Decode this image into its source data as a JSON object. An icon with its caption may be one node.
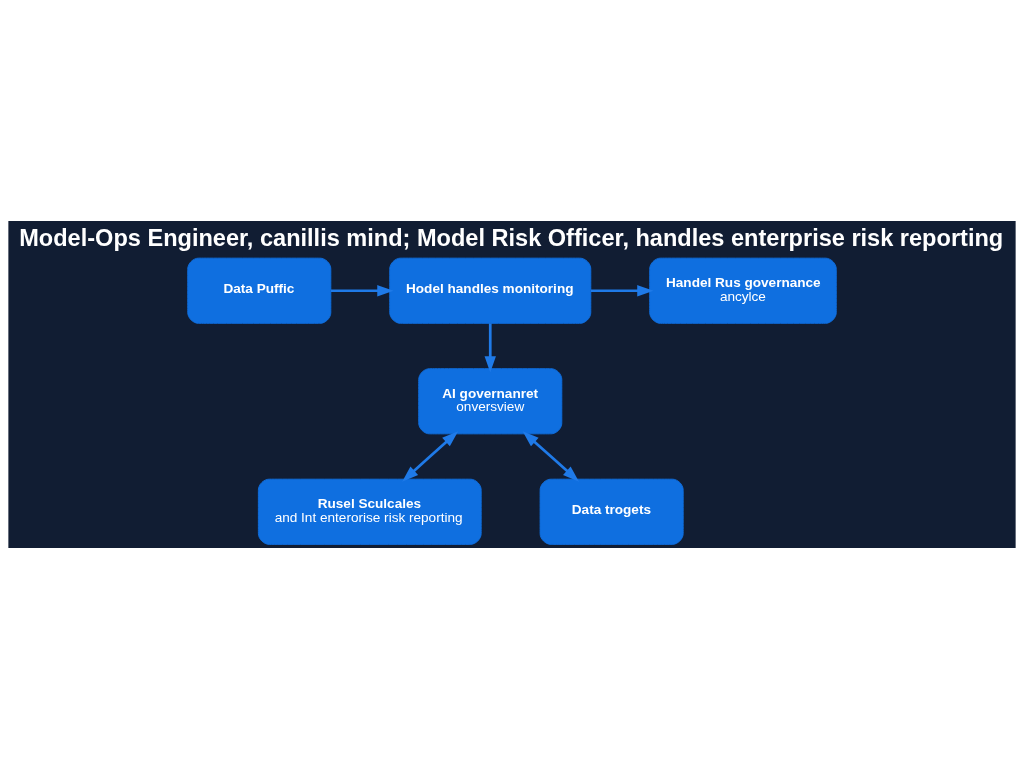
{
  "diagram": {
    "title": "Model-Ops Engineer, canillis mind; Model Risk Officer, handles enterprise risk reporting",
    "nodes": [
      {
        "text": [
          "Data Puffic"
        ]
      },
      {
        "text": [
          "Hodel handles monitoring"
        ]
      },
      {
        "text": [
          "Handel Rus governance",
          "ancylce"
        ]
      },
      {
        "text": [
          "AI governanret",
          "onversview"
        ]
      },
      {
        "text": [
          "Rusel Sculcales",
          "and Int enterorise risk reporting"
        ]
      },
      {
        "text": [
          "Data trogets"
        ]
      }
    ],
    "edges": [
      {
        "from": 0,
        "to": 1,
        "arrow": "to"
      },
      {
        "from": 1,
        "to": 2,
        "arrow": "to"
      },
      {
        "from": 1,
        "to": 3,
        "arrow": "to"
      },
      {
        "from": 3,
        "to": 4,
        "arrow": "both"
      },
      {
        "from": 3,
        "to": 5,
        "arrow": "both"
      }
    ]
  }
}
